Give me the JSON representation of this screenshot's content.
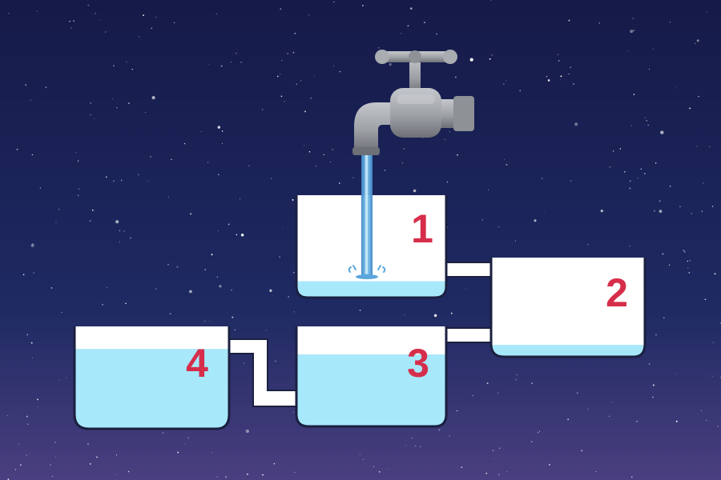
{
  "tanks": [
    {
      "label": "1",
      "water_level": 0.16
    },
    {
      "label": "2",
      "water_level": 0.12
    },
    {
      "label": "3",
      "water_level": 0.72
    },
    {
      "label": "4",
      "water_level": 0.78
    }
  ],
  "colors": {
    "sky_top": "#151a48",
    "sky_mid": "#1f2a63",
    "sky_bottom": "#4a3f80",
    "tank_fill": "#ffffff",
    "tank_outline": "#1b2040",
    "water": "#a8e8fb",
    "stream": "#5aa6dc",
    "number": "#d62e4a",
    "faucet": "#9ea1a6",
    "faucet_dark": "#6d7076"
  },
  "icons": {
    "faucet": "faucet-icon",
    "stream": "water-stream-icon"
  }
}
